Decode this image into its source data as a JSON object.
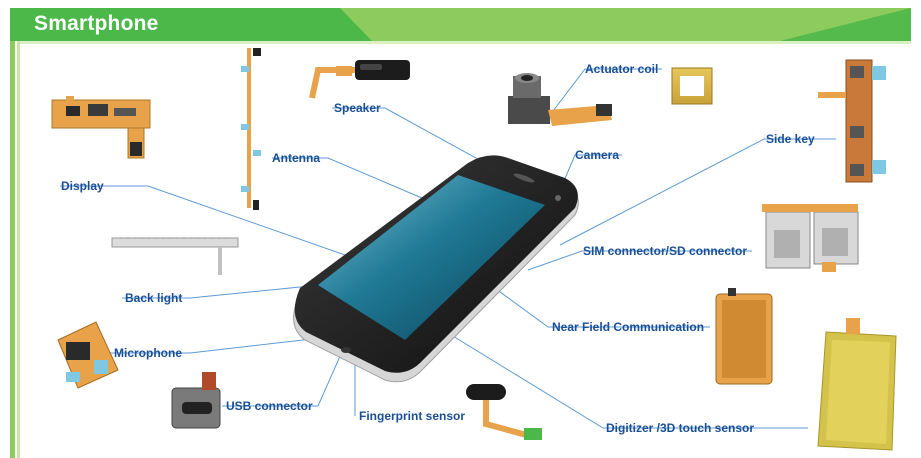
{
  "title": "Smartphone",
  "colors": {
    "header_green": "#4cb849",
    "header_light_green": "#8dcb5e",
    "label_blue": "#1a4f95",
    "leader_line_blue": "#5b9bd5",
    "flex_orange": "#e8a24a",
    "phone_body": "#1a1a1a",
    "screen_teal": "#14667e"
  },
  "labels": {
    "speaker": "Speaker",
    "actuator_coil": "Actuator coil",
    "antenna": "Antenna",
    "camera": "Camera",
    "side_key": "Side key",
    "display": "Display",
    "sim_connector": "SIM connector/SD connector",
    "back_light": "Back light",
    "nfc": "Near Field Communication",
    "microphone": "Microphone",
    "usb_connector": "USB connector",
    "fingerprint_sensor": "Fingerprint sensor",
    "digitizer": "Digitizer /3D touch sensor"
  }
}
